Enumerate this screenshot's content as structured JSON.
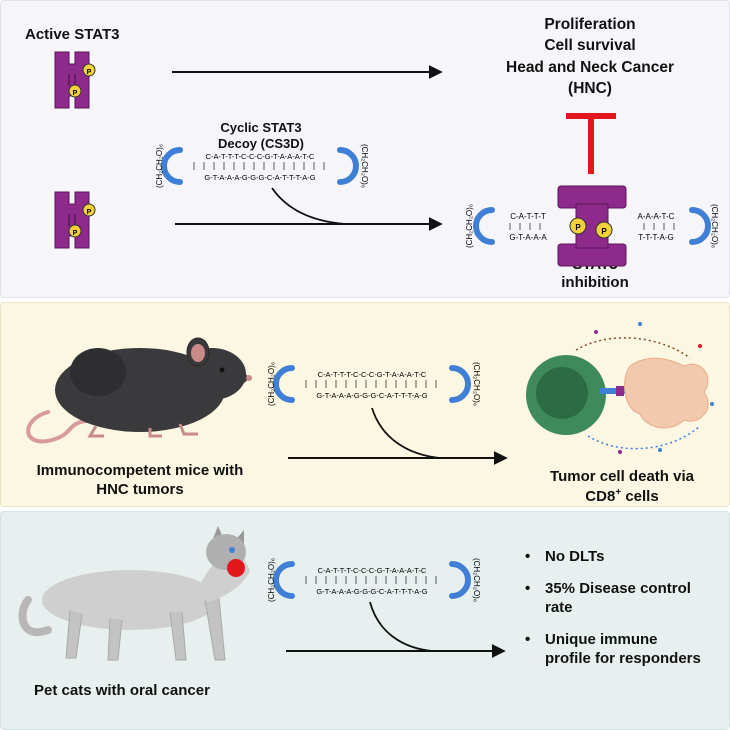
{
  "panel1": {
    "active_label": "Active STAT3",
    "outcomes": [
      "Proliferation",
      "Cell survival",
      "Head and Neck Cancer",
      "(HNC)"
    ],
    "decoy_title": [
      "Cyclic STAT3",
      "Decoy (CS3D)"
    ],
    "inhibition_label": [
      "STAT3",
      "inhibition"
    ]
  },
  "decoy": {
    "top_strand": "C-A-T-T-T-C-C-C-G-T-A-A-A-T-C",
    "bottom_strand": "G-T-A-A-A-G-G-G-C-A-T-T-T-A-G",
    "linker_left": "(CH₂CH₂O)₆",
    "linker_right": "(CH₂CH₂O)₆",
    "bound_top_left": "C-A-T-T-T",
    "bound_top_right": "A-A-A-T-C",
    "bound_bottom_left": "G-T-A-A-A",
    "bound_bottom_right": "T-T-T-A-G"
  },
  "phospho_label": "P",
  "panel2": {
    "left_label": [
      "Immunocompetent mice with",
      "HNC tumors"
    ],
    "right_label_main": "Tumor cell death via",
    "right_label_cd8": "CD8",
    "right_label_sup": "+",
    "right_label_end": " cells"
  },
  "panel3": {
    "left_label": "Pet cats with oral cancer",
    "bullets": [
      "No DLTs",
      "35% Disease control",
      "rate",
      "Unique immune",
      "profile for responders"
    ]
  },
  "colors": {
    "stat3": "#8e2a8c",
    "phospho": "#f2d13a",
    "inhibit": "#e4161d",
    "linker": "#3f7fd6",
    "mouse": "#3a3a3c",
    "cat": "#c9c9c9",
    "tcell": "#3f8a5a",
    "tumor": "#f3c9ad"
  }
}
